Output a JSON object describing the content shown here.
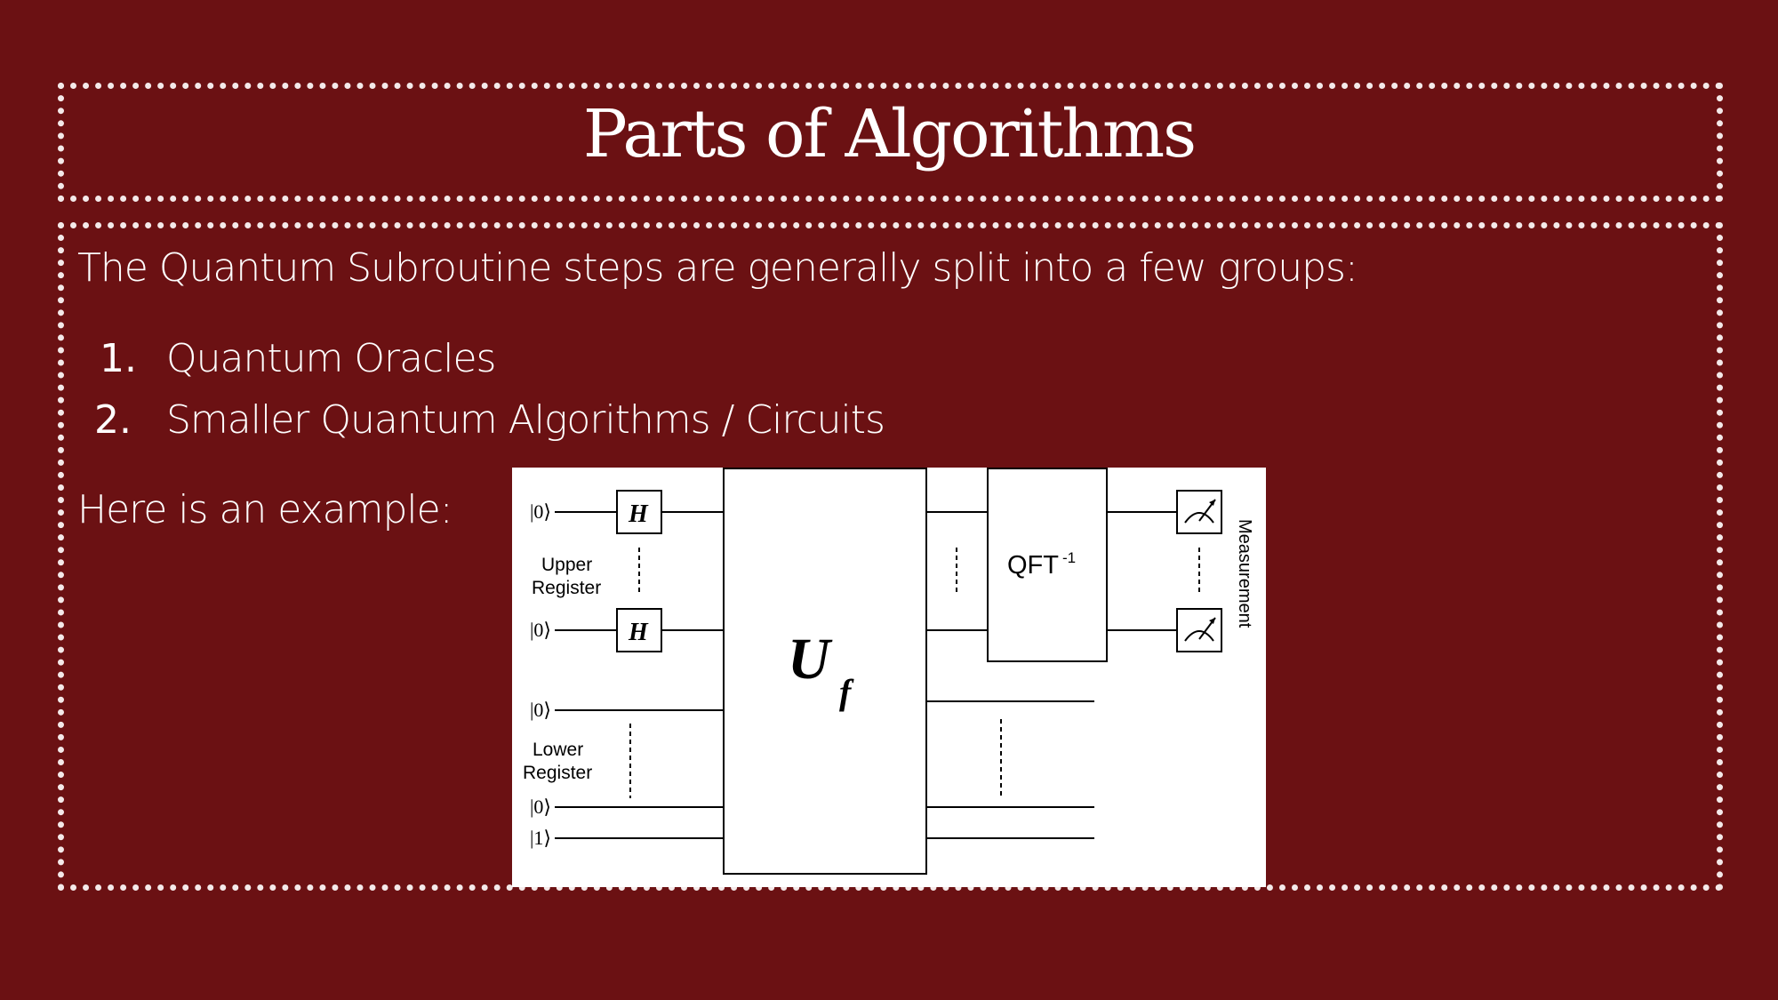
{
  "slide": {
    "title": "Parts of Algorithms",
    "intro": "The Quantum Subroutine steps are generally split into a few groups:",
    "list": [
      {
        "number": "1.",
        "text": "Quantum Oracles"
      },
      {
        "number": "2.",
        "text": "Smaller Quantum Algorithms / Circuits"
      }
    ],
    "example_label": "Here is an example:"
  },
  "circuit": {
    "kets": [
      "|0⟩",
      "|0⟩",
      "|0⟩",
      "|0⟩",
      "|1⟩"
    ],
    "upper_register": [
      "Upper",
      "Register"
    ],
    "lower_register": [
      "Lower",
      "Register"
    ],
    "hadamard": "H",
    "oracle": "U",
    "oracle_sub": "f",
    "qft": "QFT",
    "qft_sup": "-1",
    "measurement": "Measurement"
  },
  "colors": {
    "background": "#6b1113",
    "frame": "#f4e9e9",
    "text": "#ffffff"
  }
}
